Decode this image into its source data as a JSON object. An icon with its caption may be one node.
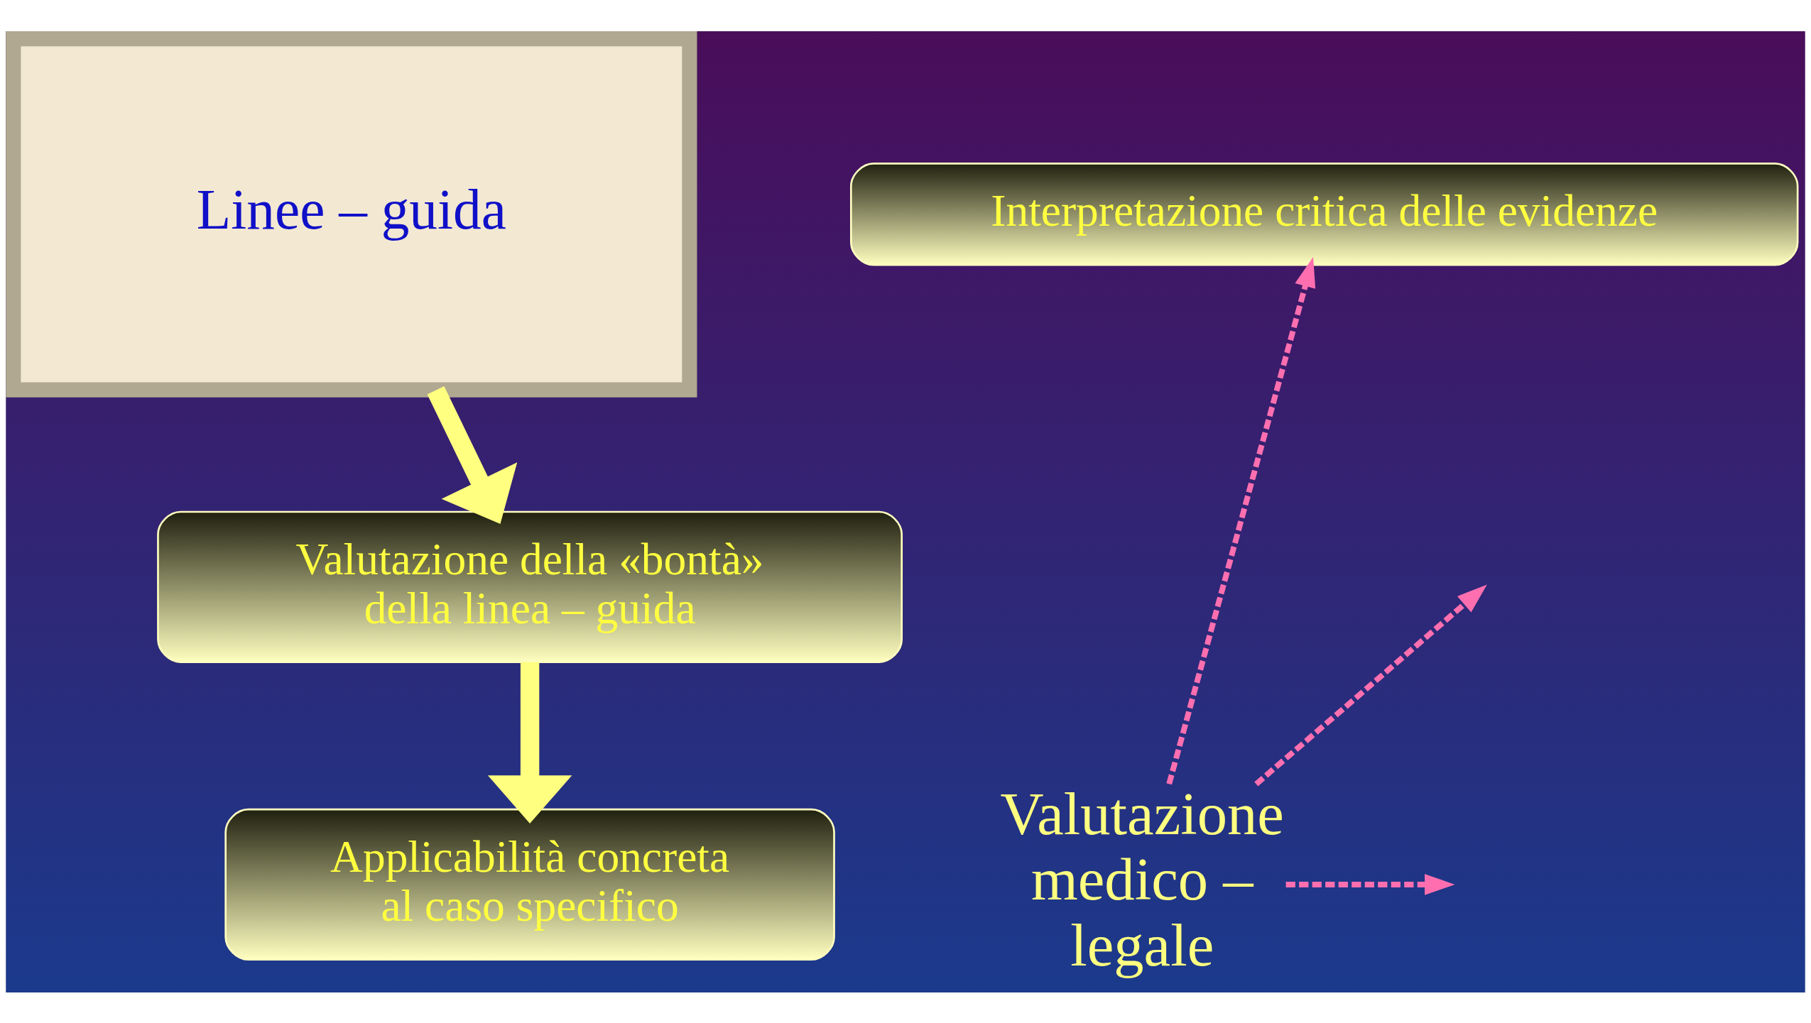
{
  "diagram": {
    "nodes": [
      {
        "text": [
          "Linee – guida"
        ]
      },
      {
        "text": [
          "Interpretazione critica delle evidenze"
        ]
      },
      {
        "text": [
          "Valutazione della «bontà» della linea – guida"
        ]
      },
      {
        "text": [
          "Applicabilità concreta al caso specifico"
        ]
      },
      {
        "text": [
          "Valutazione medico – legale"
        ]
      }
    ],
    "edges": [
      {
        "from": 0,
        "to": 2,
        "arrow": "to",
        "style": "thick",
        "color": "#ffff80"
      },
      {
        "from": 2,
        "to": 3,
        "arrow": "to",
        "style": "thick",
        "color": "#ffff80"
      },
      {
        "from": 4,
        "to": 1,
        "arrow": "to",
        "style": "dashed",
        "color": "#ff6fb0"
      },
      {
        "from": 4,
        "to": null,
        "arrow": "to",
        "style": "dashed",
        "color": "#ff6fb0"
      },
      {
        "from": 4,
        "to": null,
        "arrow": "to",
        "style": "dashed",
        "color": "#ff6fb0"
      }
    ]
  }
}
